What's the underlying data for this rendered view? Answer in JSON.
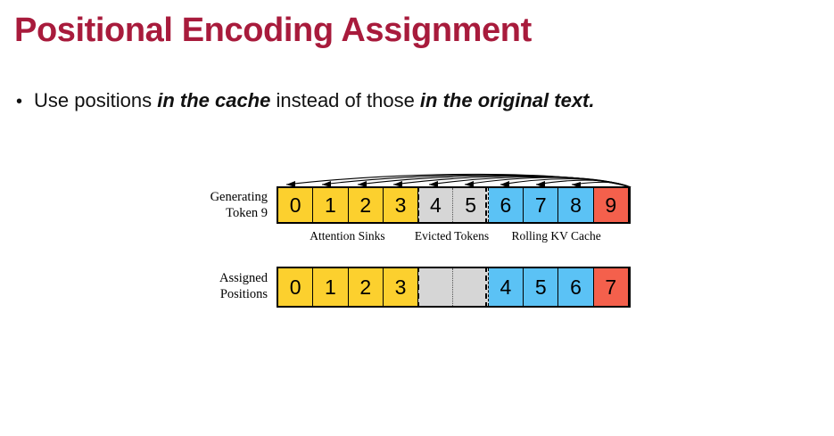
{
  "slide": {
    "title": "Positional Encoding Assignment",
    "bullet": {
      "marker": "•",
      "part1": "Use positions ",
      "em1": "in the cache",
      "part2": " instead of those ",
      "em2": "in the original text",
      "part3": "."
    }
  },
  "colors": {
    "title": "#A81B3C",
    "attention_sink": "#FCD02E",
    "rolling_cache": "#5BC2F5",
    "current_token": "#F4604C",
    "evicted": "#D6D6D6",
    "text": "#111111",
    "stroke": "#000000"
  },
  "diagram": {
    "rows": [
      {
        "label_line1": "Generating",
        "label_line2": "Token 9",
        "cells": [
          {
            "text": "0",
            "kind": "sink"
          },
          {
            "text": "1",
            "kind": "sink"
          },
          {
            "text": "2",
            "kind": "sink"
          },
          {
            "text": "3",
            "kind": "sink"
          },
          {
            "text": "4",
            "kind": "evicted"
          },
          {
            "text": "5",
            "kind": "evicted"
          },
          {
            "text": "6",
            "kind": "cache"
          },
          {
            "text": "7",
            "kind": "cache"
          },
          {
            "text": "8",
            "kind": "cache"
          },
          {
            "text": "9",
            "kind": "current"
          }
        ]
      },
      {
        "label_line1": "Assigned",
        "label_line2": "Positions",
        "cells": [
          {
            "text": "0",
            "kind": "sink"
          },
          {
            "text": "1",
            "kind": "sink"
          },
          {
            "text": "2",
            "kind": "sink"
          },
          {
            "text": "3",
            "kind": "sink"
          },
          {
            "text": "",
            "kind": "evicted"
          },
          {
            "text": "",
            "kind": "evicted"
          },
          {
            "text": "4",
            "kind": "cache"
          },
          {
            "text": "5",
            "kind": "cache"
          },
          {
            "text": "6",
            "kind": "cache"
          },
          {
            "text": "7",
            "kind": "current"
          }
        ]
      }
    ],
    "group_labels": [
      {
        "text": "Attention Sinks",
        "center_pct": 20
      },
      {
        "text": "Evicted Tokens",
        "center_pct": 49.5
      },
      {
        "text": "Rolling KV Cache",
        "center_pct": 79
      }
    ],
    "attention_arcs": {
      "source_token": "9",
      "target_tokens": [
        "0",
        "1",
        "2",
        "3",
        "4",
        "5",
        "6",
        "7",
        "8"
      ]
    }
  }
}
